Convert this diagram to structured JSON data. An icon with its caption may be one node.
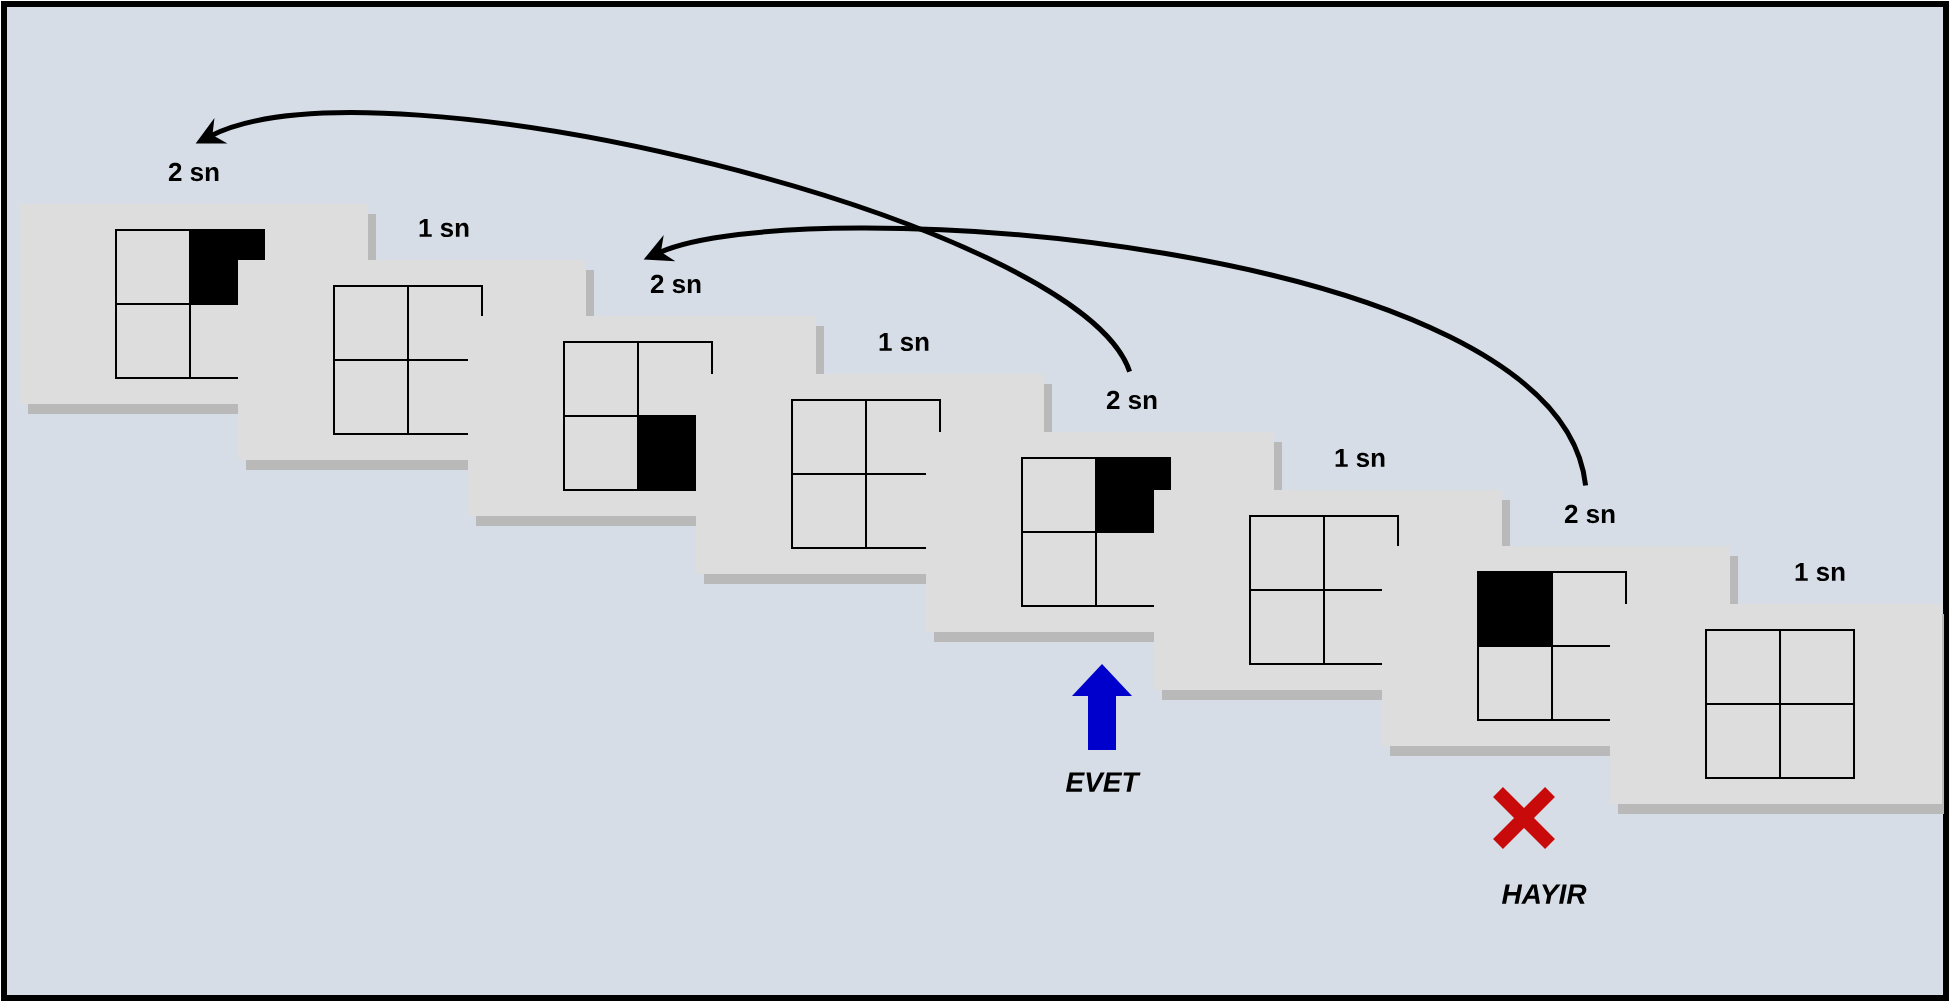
{
  "diagram": {
    "nodes": [
      {
        "text": [],
        "shape": "box",
        "beside": [
          "2 sn"
        ]
      },
      {
        "text": [],
        "shape": "box",
        "beside": [
          "1 sn"
        ]
      },
      {
        "text": [],
        "shape": "box",
        "beside": [
          "2 sn"
        ]
      },
      {
        "text": [],
        "shape": "box",
        "beside": [
          "1 sn"
        ]
      },
      {
        "text": [],
        "shape": "box",
        "beside": [
          "2 sn"
        ]
      },
      {
        "text": [],
        "shape": "box",
        "beside": [
          "1 sn"
        ]
      },
      {
        "text": [],
        "shape": "box",
        "beside": [
          "2 sn"
        ]
      },
      {
        "text": [],
        "shape": "box",
        "beside": [
          "1 sn"
        ]
      }
    ],
    "edges": [
      {
        "from": 4,
        "to": 0,
        "arrow": "to"
      },
      {
        "from": 6,
        "to": 2,
        "arrow": "to"
      }
    ],
    "labels": [
      "EVET",
      "HAYIR"
    ]
  }
}
